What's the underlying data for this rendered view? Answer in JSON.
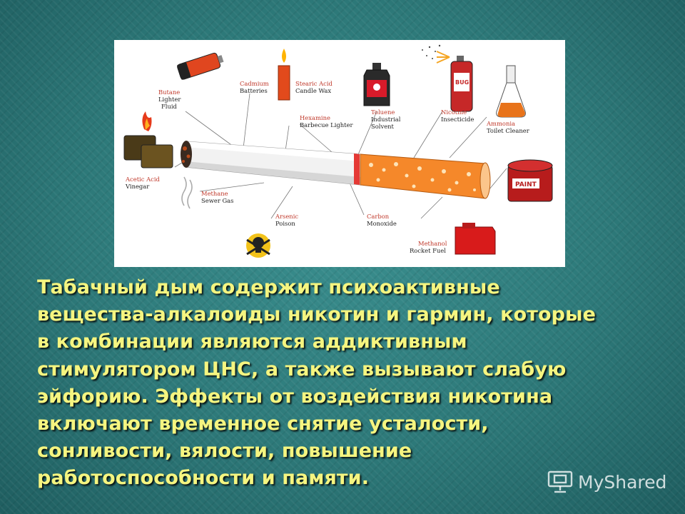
{
  "figure": {
    "labels": {
      "butane": [
        "Butane",
        "Lighter",
        "Fluid"
      ],
      "cadmium": [
        "Cadmium",
        "Batteries"
      ],
      "stearic": [
        "Stearic Acid",
        "Candle Wax"
      ],
      "toluene": [
        "Toluene",
        "Industrial",
        "Solvent"
      ],
      "nicotine": [
        "Nicotine",
        "Insecticide"
      ],
      "ammonia": [
        "Ammonia",
        "Toilet Cleaner"
      ],
      "hexamine": [
        "Hexamine",
        "Barbecue Lighter"
      ],
      "acetic": [
        "Acetic Acid",
        "Vinegar"
      ],
      "methane": [
        "Methane",
        "Sewer Gas"
      ],
      "arsenic": [
        "Arsenic",
        "Poison"
      ],
      "carbon": [
        "Carbon",
        "Monoxide"
      ],
      "methanol": [
        "Methanol",
        "Rocket Fuel"
      ],
      "paint_can": "PAINT",
      "bug_spray": "BUG"
    }
  },
  "text": {
    "lines": [
      "Табачный дым содержит психоактивные",
      "вещества-алкалоиды никотин и гармин, которые",
      "в комбинации являются аддиктивным",
      "стимулятором ЦНС, а также вызывают слабую",
      "эйфорию. Эффекты от воздействия никотина",
      "включают временное снятие усталости,",
      "сонливости, вялости, повышение",
      "работоспособности и памяти."
    ]
  },
  "watermark": {
    "text": "MyShared"
  },
  "colors": {
    "background": "#2d7979",
    "text": "#f5f580",
    "label_red": "#c0392b"
  }
}
